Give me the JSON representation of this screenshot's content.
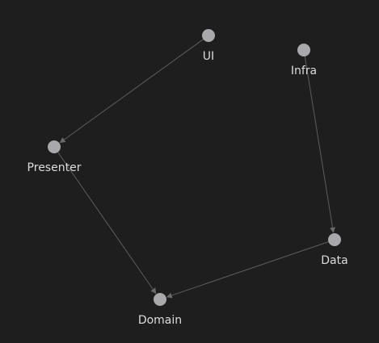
{
  "graph": {
    "background": "#1e1e1e",
    "node_color": "#a9a8ad",
    "edge_color": "#5c5c5c",
    "label_color": "#dcdcdc",
    "nodes": [
      {
        "id": "ui",
        "label": "UI"
      },
      {
        "id": "infra",
        "label": "Infra"
      },
      {
        "id": "presenter",
        "label": "Presenter"
      },
      {
        "id": "data",
        "label": "Data"
      },
      {
        "id": "domain",
        "label": "Domain"
      }
    ],
    "edges": [
      {
        "from": "ui",
        "to": "presenter"
      },
      {
        "from": "presenter",
        "to": "domain"
      },
      {
        "from": "infra",
        "to": "data"
      },
      {
        "from": "data",
        "to": "domain"
      }
    ]
  }
}
